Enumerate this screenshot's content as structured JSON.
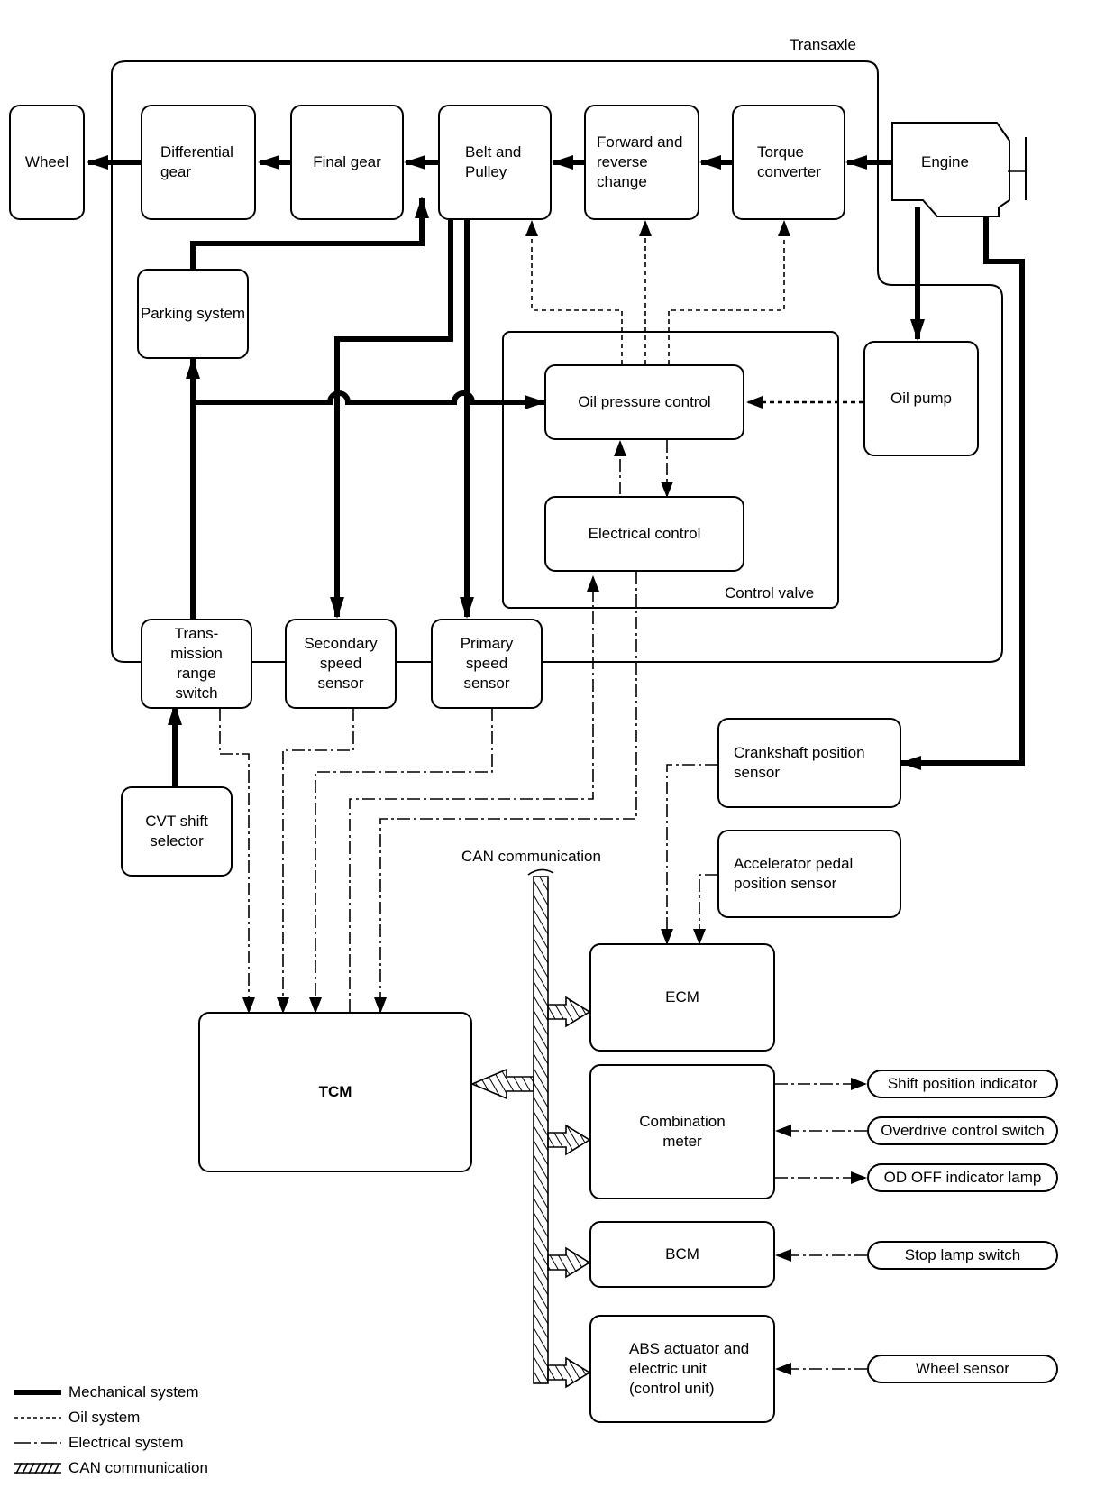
{
  "title": "CVT control system diagram",
  "group_labels": {
    "transaxle": "Transaxle",
    "control_valve": "Control valve",
    "can_bus": "CAN communication"
  },
  "blocks": {
    "wheel": "Wheel",
    "differential_gear": "Differential gear",
    "final_gear": "Final gear",
    "belt_pulley": "Belt and Pulley",
    "forward_reverse": "Forward and reverse change",
    "torque_converter": "Torque converter",
    "engine": "Engine",
    "parking_system": "Parking system",
    "oil_pressure_control": "Oil pressure control",
    "electrical_control": "Electrical control",
    "oil_pump": "Oil pump",
    "tr_switch": "Trans-mission range switch",
    "secondary_sensor": "Secondary speed sensor",
    "primary_sensor": "Primary speed sensor",
    "cvt_selector": "CVT shift selector",
    "crankshaft_sensor": "Crankshaft position sensor",
    "accel_sensor": "Accelerator pedal position sensor",
    "tcm": "TCM",
    "ecm": "ECM",
    "combination_meter": "Combination meter",
    "bcm": "BCM",
    "abs": "ABS actuator and electric unit (control unit)"
  },
  "peripherals": {
    "shift_indicator": "Shift position indicator",
    "od_switch": "Overdrive control switch",
    "od_lamp": "OD OFF indicator lamp",
    "stop_lamp": "Stop lamp switch",
    "wheel_sensor": "Wheel sensor"
  },
  "legend": [
    {
      "label": "Mechanical system",
      "style": "mechanical"
    },
    {
      "label": "Oil system",
      "style": "oil"
    },
    {
      "label": "Electrical system",
      "style": "electrical"
    },
    {
      "label": "CAN communication",
      "style": "can"
    }
  ]
}
